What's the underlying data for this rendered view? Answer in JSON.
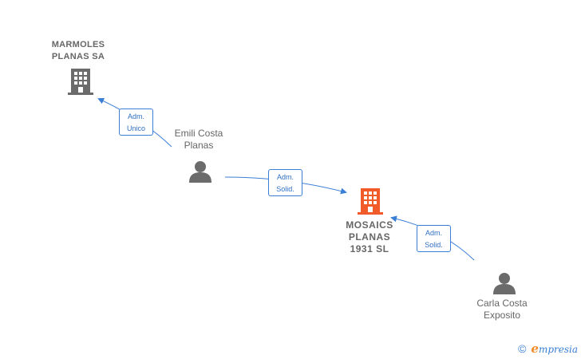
{
  "nodes": {
    "marmoles": {
      "lines": [
        "MARMOLES",
        "PLANAS SA"
      ],
      "kind": "company"
    },
    "emili": {
      "lines": [
        "Emili Costa",
        "Planas"
      ],
      "kind": "person"
    },
    "mosaics": {
      "lines": [
        "MOSAICS",
        "PLANAS",
        "1931  SL"
      ],
      "kind": "company-focus"
    },
    "carla": {
      "lines": [
        "Carla Costa",
        "Exposito"
      ],
      "kind": "person"
    }
  },
  "edges": [
    {
      "from": "emili",
      "to": "marmoles",
      "lines": [
        "Adm.",
        "Unico"
      ]
    },
    {
      "from": "emili",
      "to": "mosaics",
      "lines": [
        "Adm.",
        "Solid."
      ]
    },
    {
      "from": "carla",
      "to": "mosaics",
      "lines": [
        "Adm.",
        "Solid."
      ]
    }
  ],
  "colors": {
    "company": "#6b6b6b",
    "focus_company": "#f15a29",
    "person": "#6b6b6b",
    "edge": "#3a7fd5"
  },
  "icons": {
    "company": "building-icon",
    "person": "person-icon",
    "copyright": "copyright-icon"
  },
  "footer": {
    "copyright_symbol": "©",
    "brand_initial": "e",
    "brand_rest": "mpresia"
  }
}
